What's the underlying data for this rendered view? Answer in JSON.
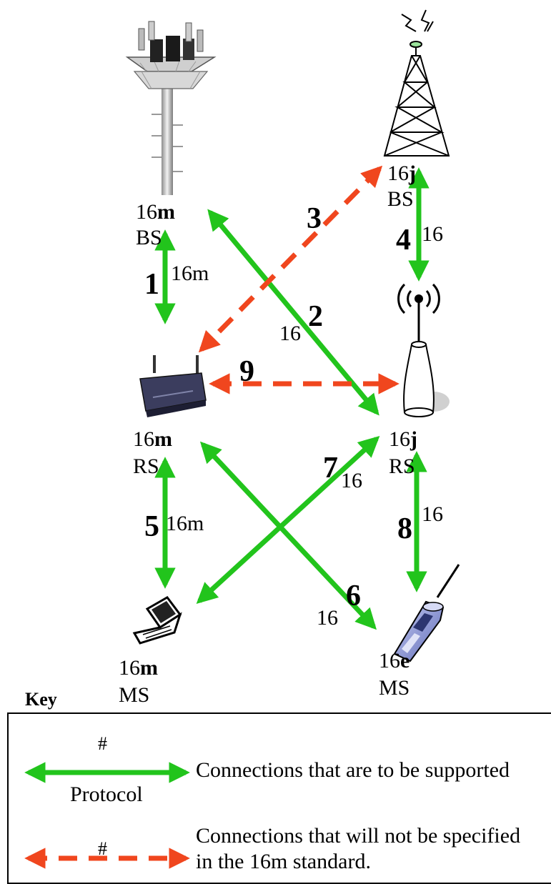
{
  "nodes": {
    "bs16m": {
      "proto": "16",
      "proto_bold": "m",
      "type": "BS"
    },
    "bs16j": {
      "proto": "16",
      "proto_bold": "j",
      "type": "BS"
    },
    "rs16m": {
      "proto": "16",
      "proto_bold": "m",
      "type": "RS"
    },
    "rs16j": {
      "proto": "16",
      "proto_bold": "j",
      "type": "RS"
    },
    "ms16m": {
      "proto": "16",
      "proto_bold": "m",
      "type": "MS"
    },
    "ms16e": {
      "proto": "16",
      "proto_bold": "e",
      "type": "MS"
    }
  },
  "connections": [
    {
      "id": "1",
      "protocol": "16m"
    },
    {
      "id": "2",
      "protocol": "16"
    },
    {
      "id": "3",
      "protocol": ""
    },
    {
      "id": "4",
      "protocol": "16"
    },
    {
      "id": "5",
      "protocol": "16m"
    },
    {
      "id": "6",
      "protocol": "16"
    },
    {
      "id": "7",
      "protocol": "16"
    },
    {
      "id": "8",
      "protocol": "16"
    },
    {
      "id": "9",
      "protocol": ""
    }
  ],
  "key": {
    "title": "Key",
    "symbol": "#",
    "protocol_label": "Protocol",
    "supported_text": "Connections that are to be supported",
    "unspecified_text_line1": "Connections that will not be specified",
    "unspecified_text_line2": "in the 16m standard."
  },
  "colors": {
    "supported": "#22c41c",
    "unspecified": "#f0461e"
  }
}
